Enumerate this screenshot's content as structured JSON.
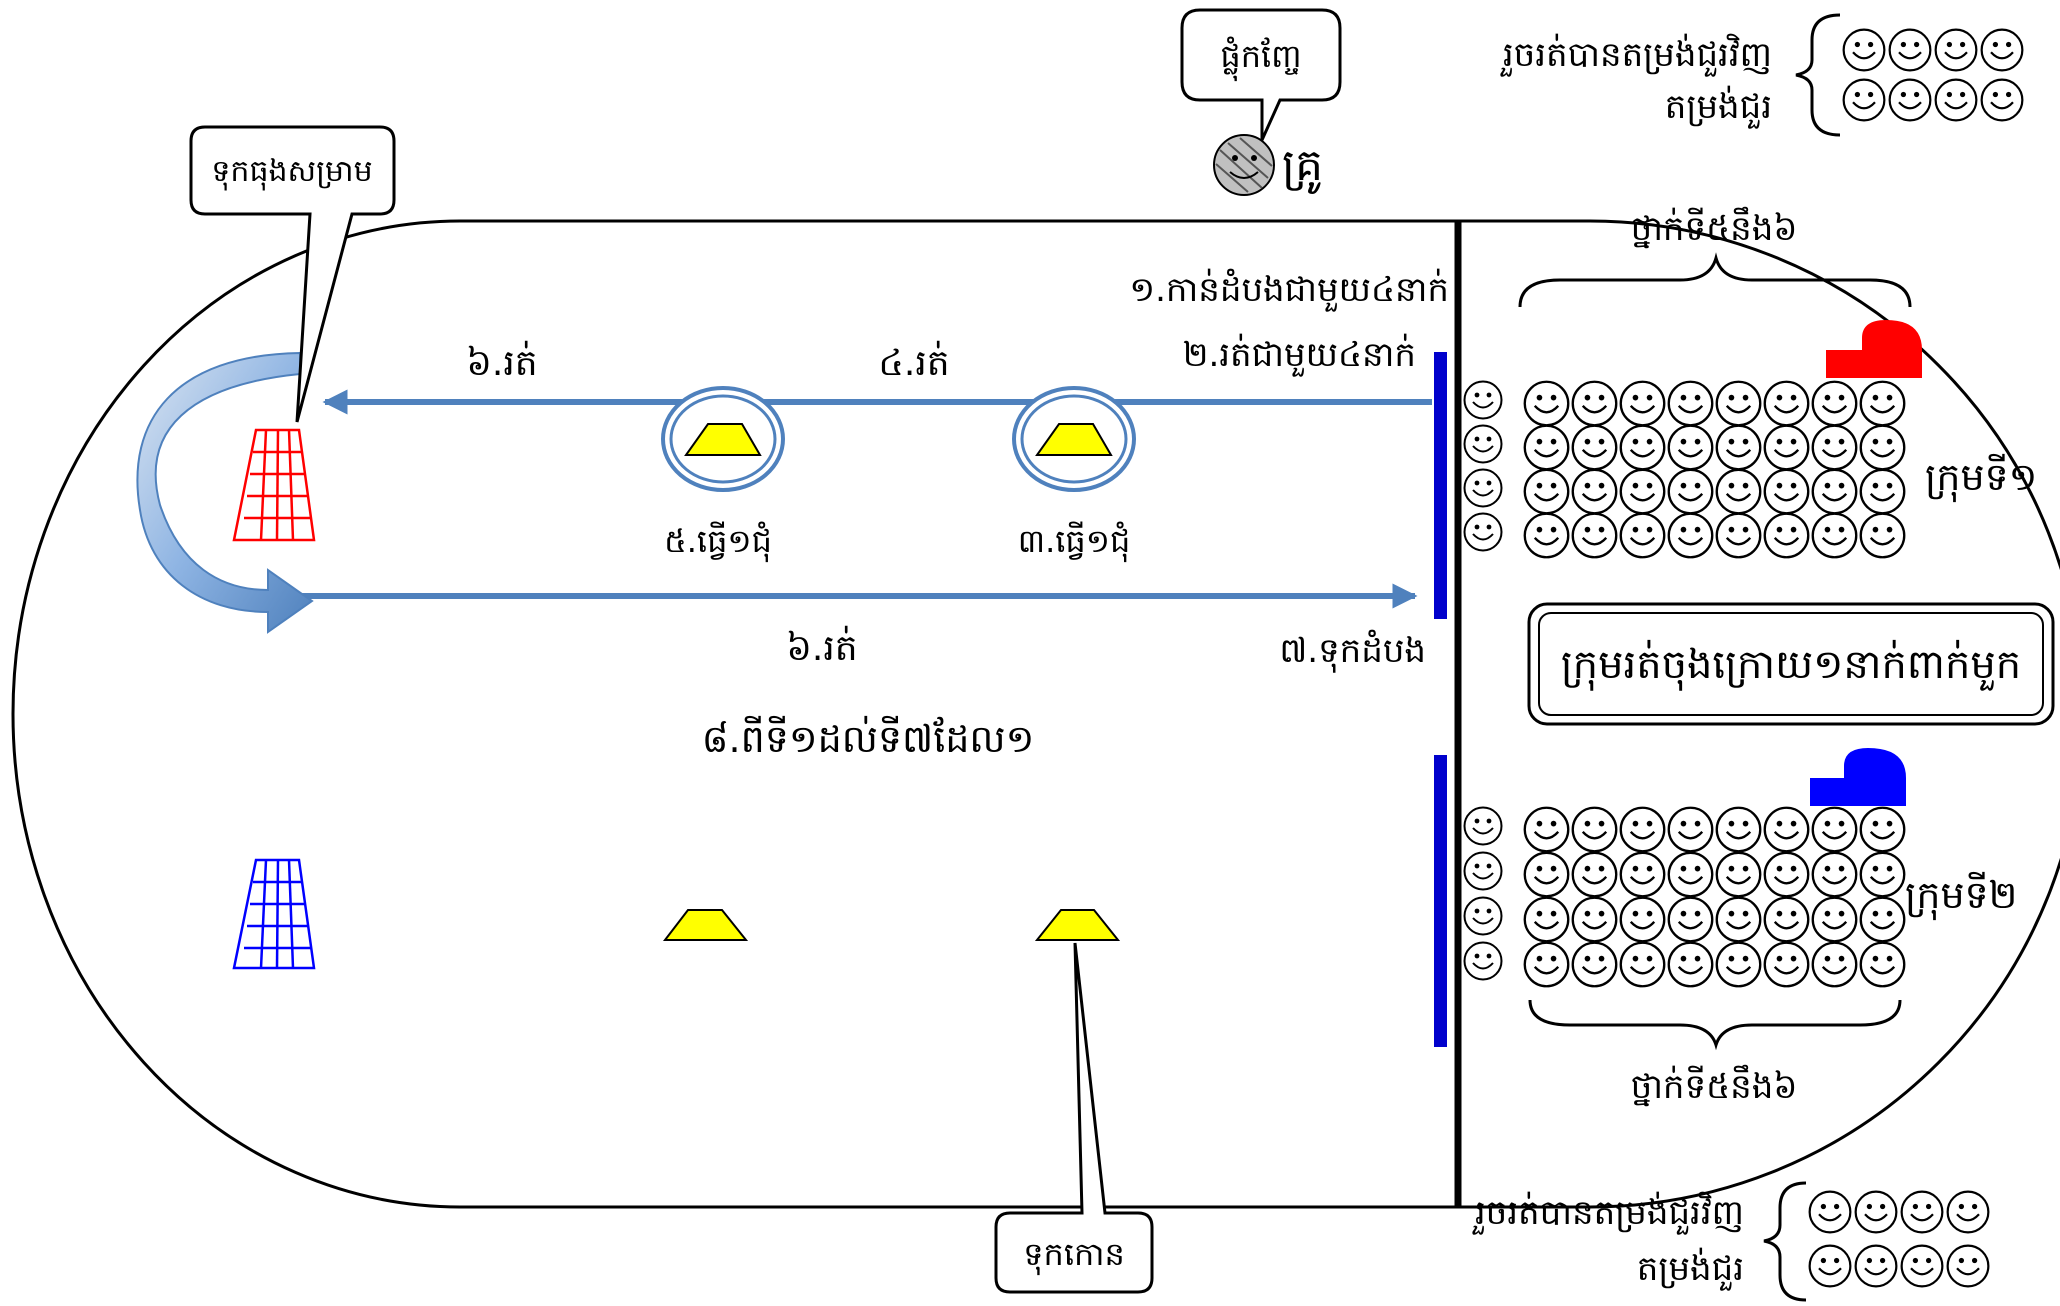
{
  "callouts": {
    "finish_flag": "ទុកធុងសម្រាម",
    "teacher_whistle": "ផ្លុំកញ្ចែ",
    "cones": "ទុកកោន"
  },
  "teacher_label": "គ្រូ",
  "steps": {
    "s1": "១.កាន់ដំបងជាមួយ៤នាក់",
    "s2": "២.រត់ជាមួយ៤នាក់",
    "s3": "៣.ធ្វើ១ជុំ",
    "s4": "៤.រត់",
    "s5": "៥.ធ្វើ១ជុំ",
    "s6_top": "៦.រត់",
    "s6_bottom": "៦.រត់",
    "s7": "៧.ទុកដំបង",
    "s8": "៨.ពីទី១ដល់ទី៧ដែល១"
  },
  "groups": {
    "group1": "ក្រុមទី១",
    "group2": "ក្រុមទី២",
    "grade_top": "ថ្នាក់ទី៥នឹង៦",
    "grade_bottom": "ថ្នាក់ទី៥នឹង៦"
  },
  "rule_box": "ក្រុមរត់ចុងក្រោយ១នាក់ពាក់មួក",
  "legend_top": {
    "line1": "រួចរត់បានតម្រង់ជួរវិញ",
    "line2": "តម្រង់ជួរ"
  },
  "legend_bottom": {
    "line1": "រួចរត់បានតម្រង់ជួរវិញ",
    "line2": "តម្រង់ជួរ"
  },
  "colors": {
    "route": "#4f81bd",
    "team1": "#ff0000",
    "team2": "#0000ff",
    "cone": "#ffff00",
    "bar": "#0000cc"
  }
}
